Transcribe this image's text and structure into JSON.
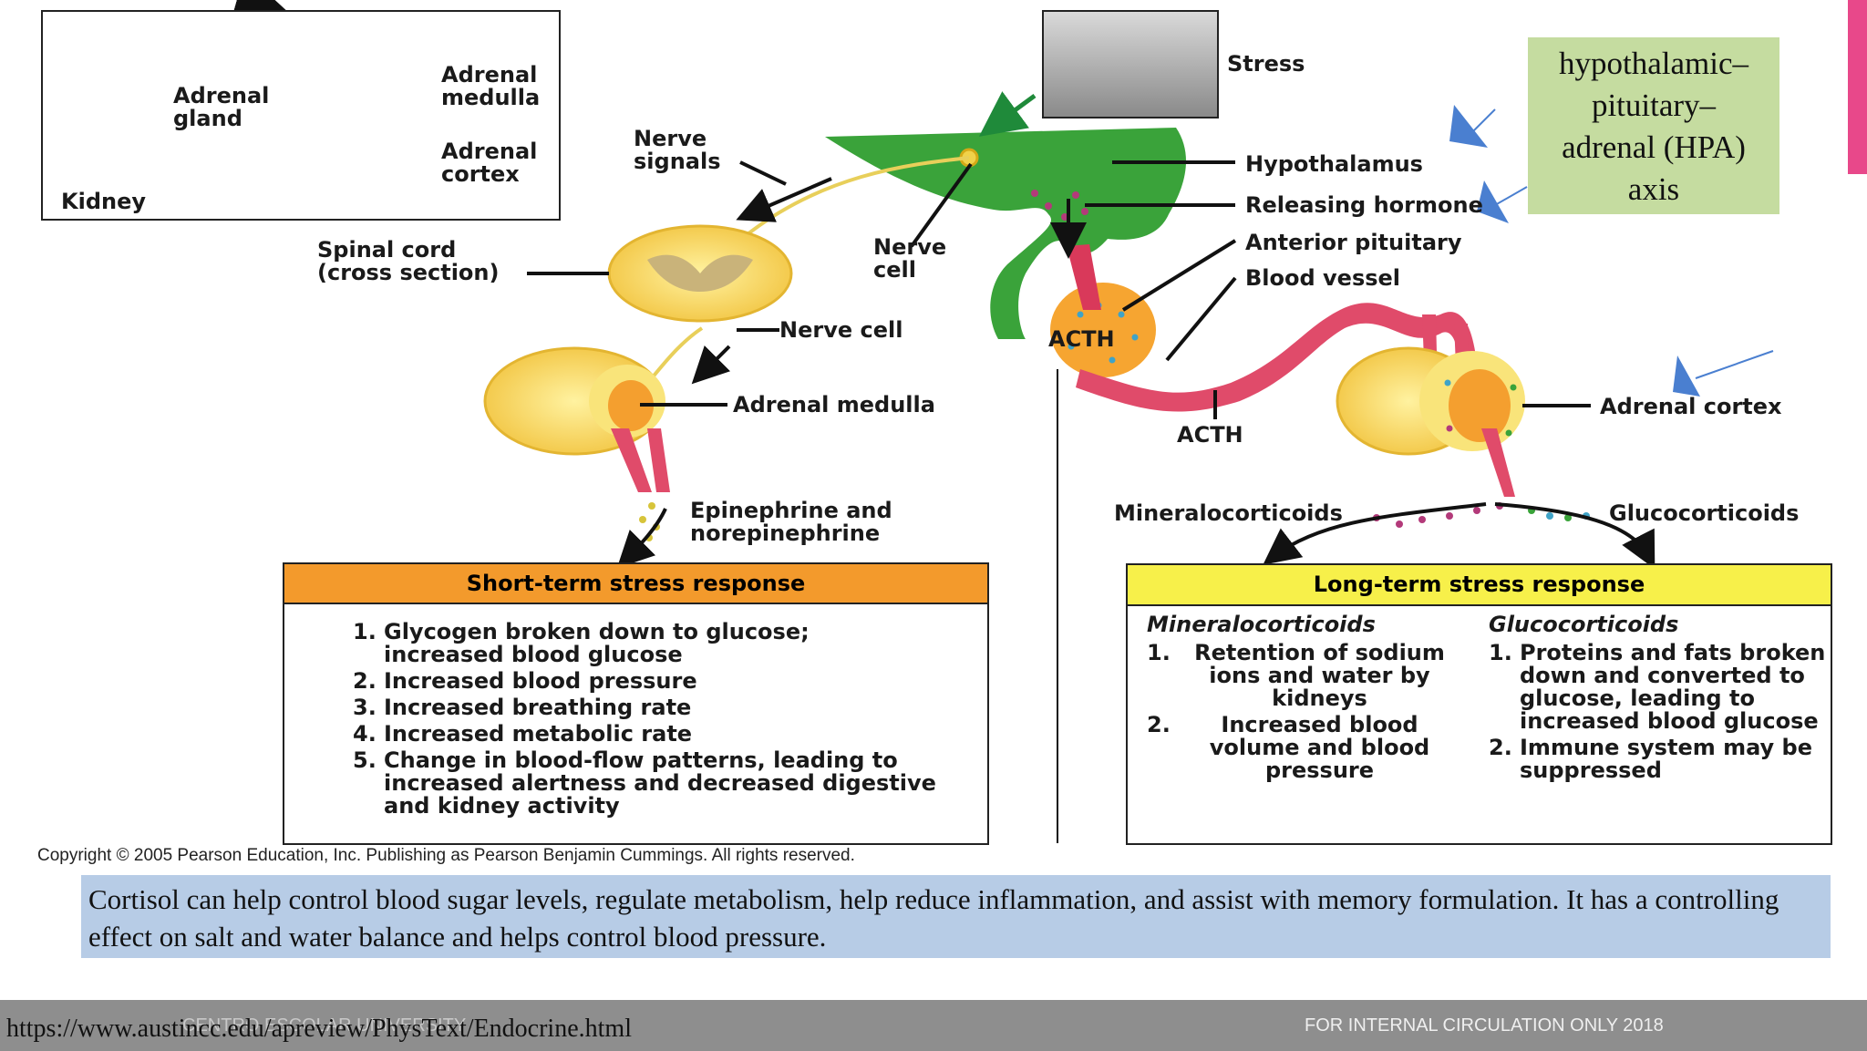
{
  "inset": {
    "adrenal_gland": [
      "Adrenal",
      "gland"
    ],
    "adrenal_medulla": [
      "Adrenal",
      "medulla"
    ],
    "adrenal_cortex": [
      "Adrenal",
      "cortex"
    ],
    "kidney": "Kidney"
  },
  "labels": {
    "stress": "Stress",
    "nerve_signals": [
      "Nerve",
      "signals"
    ],
    "hypothalamus": "Hypothalamus",
    "releasing_hormone": "Releasing hormone",
    "anterior_pituitary": "Anterior pituitary",
    "blood_vessel": "Blood vessel",
    "spinal_cord": [
      "Spinal cord",
      "(cross section)"
    ],
    "nerve_cell_top": [
      "Nerve",
      "cell"
    ],
    "nerve_cell": "Nerve cell",
    "acth_gland": "ACTH",
    "acth": "ACTH",
    "adrenal_medulla": "Adrenal medulla",
    "adrenal_cortex": "Adrenal cortex",
    "epinephrine": [
      "Epinephrine and",
      "norepinephrine"
    ],
    "mineralocorticoids": "Mineralocorticoids",
    "glucocorticoids": "Glucocorticoids"
  },
  "hpa_box": [
    "hypothalamic–",
    "pituitary–",
    "adrenal (HPA)",
    "axis"
  ],
  "short_term": {
    "title": "Short-term stress response",
    "items": [
      [
        "1.",
        "Glycogen broken down to glucose; increased blood glucose"
      ],
      [
        "2.",
        "Increased blood pressure"
      ],
      [
        "3.",
        "Increased breathing rate"
      ],
      [
        "4.",
        "Increased metabolic rate"
      ],
      [
        "5.",
        "Change in blood-flow patterns, leading to increased alertness and decreased digestive and kidney activity"
      ]
    ]
  },
  "long_term": {
    "title": "Long-term stress response",
    "mineral": {
      "title": "Mineralocorticoids",
      "items": [
        [
          "1.",
          "Retention of sodium ions and water by kidneys"
        ],
        [
          "2.",
          "Increased blood volume and blood pressure"
        ]
      ]
    },
    "gluco": {
      "title": "Glucocorticoids",
      "items": [
        [
          "1.",
          "Proteins and fats broken down and converted to glucose, leading to increased blood glucose"
        ],
        [
          "2.",
          "Immune system may be suppressed"
        ]
      ]
    }
  },
  "copyright": "Copyright © 2005 Pearson Education, Inc. Publishing as Pearson Benjamin Cummings. All rights reserved.",
  "caption": "Cortisol can help control blood sugar levels, regulate metabolism, help reduce inflammation, and assist with memory formulation. It has a controlling effect on salt and water balance and helps control blood pressure.",
  "footer": {
    "url": "https://www.austincc.edu/apreview/PhysText/Endocrine.html",
    "university": "CENTRO ESCOLAR UNIVERSITY",
    "internal": "FOR INTERNAL CIRCULATION ONLY 2018"
  },
  "colors": {
    "hypothalamus_green": "#3aa33a",
    "gland_orange": "#f6a531",
    "short_term_header": "#f39a2c",
    "long_term_header": "#f7f04a",
    "hpa_box": "#c5dca0",
    "caption_bg": "#b7cce6",
    "footer_bg": "#8e8e8e",
    "accent_pink": "#e8488a",
    "annotation_blue": "#4a7fd0"
  }
}
